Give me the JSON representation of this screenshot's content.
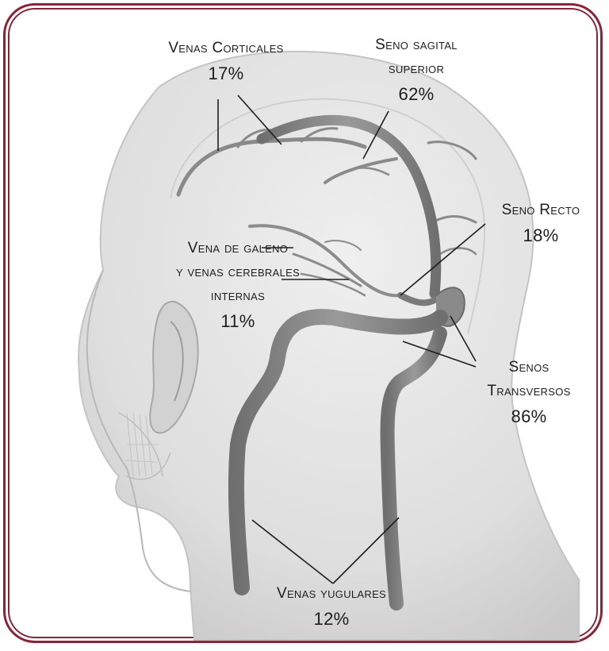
{
  "labels": {
    "cortical": {
      "line1": "Venas Corticales",
      "pct": "17%"
    },
    "sagittal": {
      "line1": "Seno sagital",
      "line2": "superior",
      "pct": "62%"
    },
    "straight": {
      "line1": "Seno Recto",
      "pct": "18%"
    },
    "galen": {
      "line1": "Vena de galeno",
      "line2": "y venas cerebrales",
      "line3": "internas",
      "pct": "11%"
    },
    "transverse": {
      "line1": "Senos",
      "line2": "Transversos",
      "pct": "86%"
    },
    "jugular": {
      "line1": "Venas yugulares",
      "pct": "12%"
    }
  },
  "colors": {
    "frame": "#8a2438",
    "vein": "#7d7d7d",
    "skin": "#e2e2e2",
    "text": "#1e1e1e"
  },
  "illustration": "head-veins-illustration"
}
